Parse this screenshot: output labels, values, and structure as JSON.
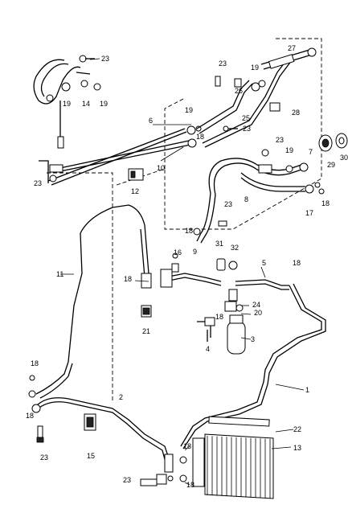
{
  "callouts": [
    "1",
    "2",
    "3",
    "4",
    "5",
    "6",
    "7",
    "8",
    "9",
    "10",
    "11",
    "12",
    "13",
    "14",
    "15",
    "16",
    "17",
    "18",
    "19",
    "20",
    "21",
    "22",
    "23",
    "24",
    "25",
    "26",
    "27",
    "28",
    "29",
    "30",
    "31",
    "32"
  ],
  "extra_labels": {
    "l18": "18",
    "l19": "19",
    "l23": "23"
  }
}
